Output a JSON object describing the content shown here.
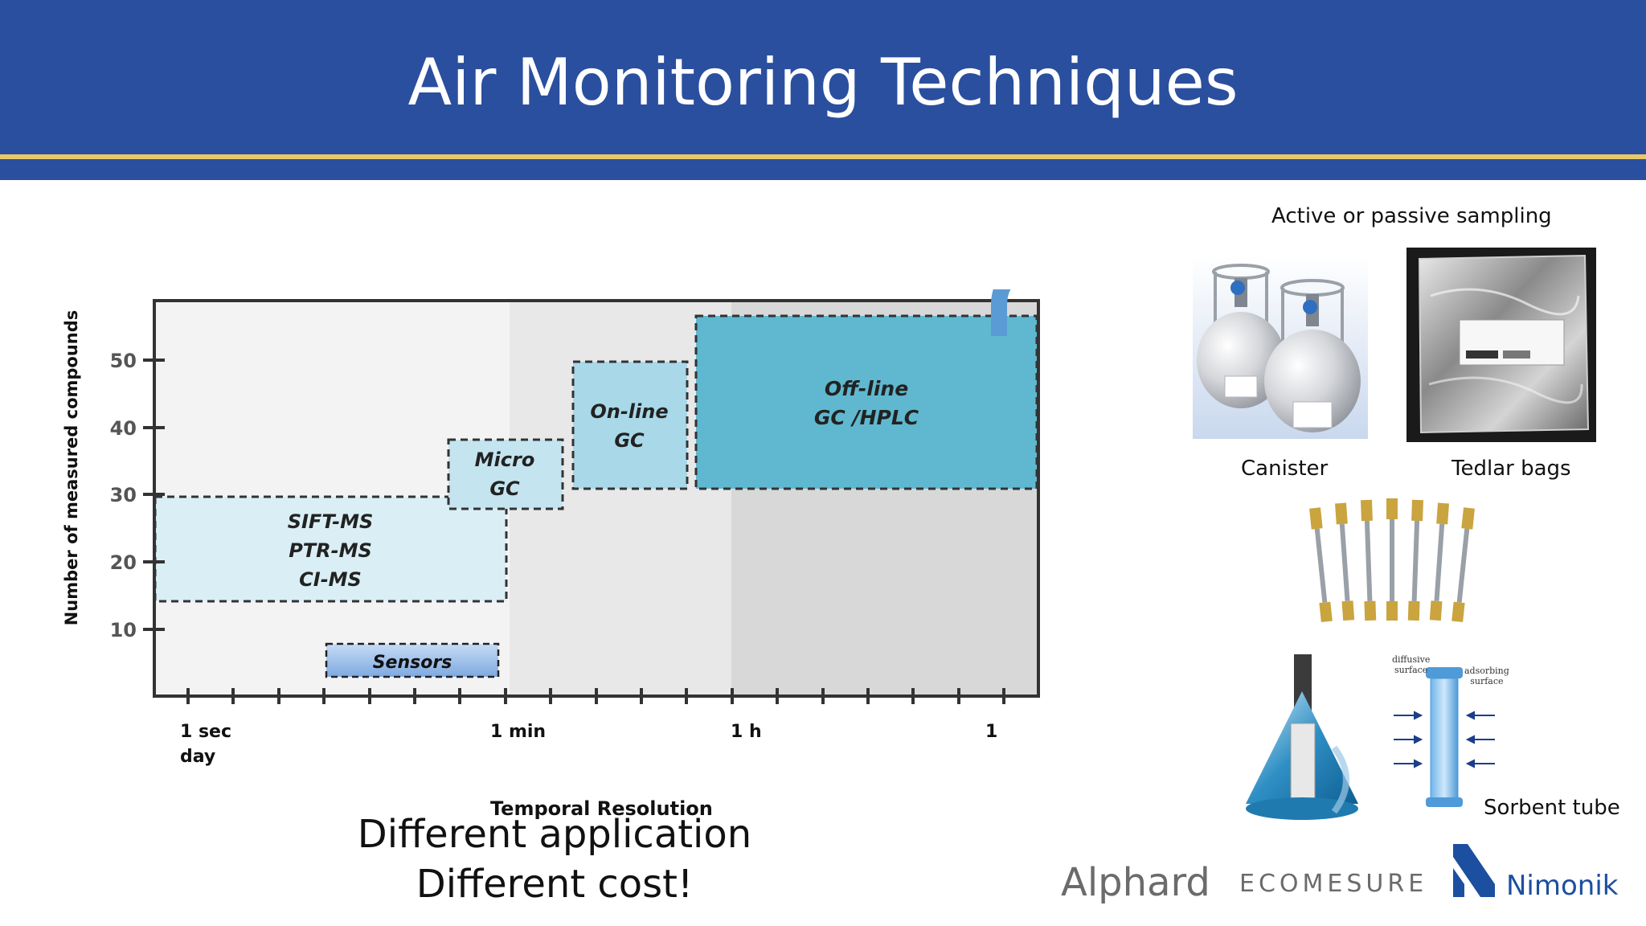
{
  "header": {
    "title": "Air Monitoring Techniques"
  },
  "chart": {
    "y_axis_label": "Number of measured compounds",
    "y_ticks": [
      "10",
      "20",
      "30",
      "40",
      "50"
    ],
    "x_tick_labels": [
      "1 sec",
      "day",
      "1 min",
      "1 h",
      "1"
    ],
    "x_axis_label": "Temporal Resolution",
    "boxes": {
      "sift": [
        "SIFT-MS",
        "PTR-MS",
        "CI-MS"
      ],
      "micro": [
        "Micro",
        "GC"
      ],
      "online": [
        "On-line",
        "GC"
      ],
      "offline": [
        "Off-line",
        "GC /HPLC"
      ],
      "sensors": "Sensors"
    }
  },
  "captions": {
    "line1": "Different application",
    "line2": "Different cost!"
  },
  "sampling": {
    "heading": "Active or passive sampling",
    "canister": "Canister",
    "tedlar": "Tedlar bags",
    "sorbent": "Sorbent tube",
    "diffusive": [
      "diffusive",
      "surface"
    ],
    "adsorbing": [
      "adsorbing",
      "surface"
    ]
  },
  "logos": {
    "alphard": "Alphard",
    "ecomesure": "ECOMESURE",
    "nimonik": "Nimonik"
  }
}
